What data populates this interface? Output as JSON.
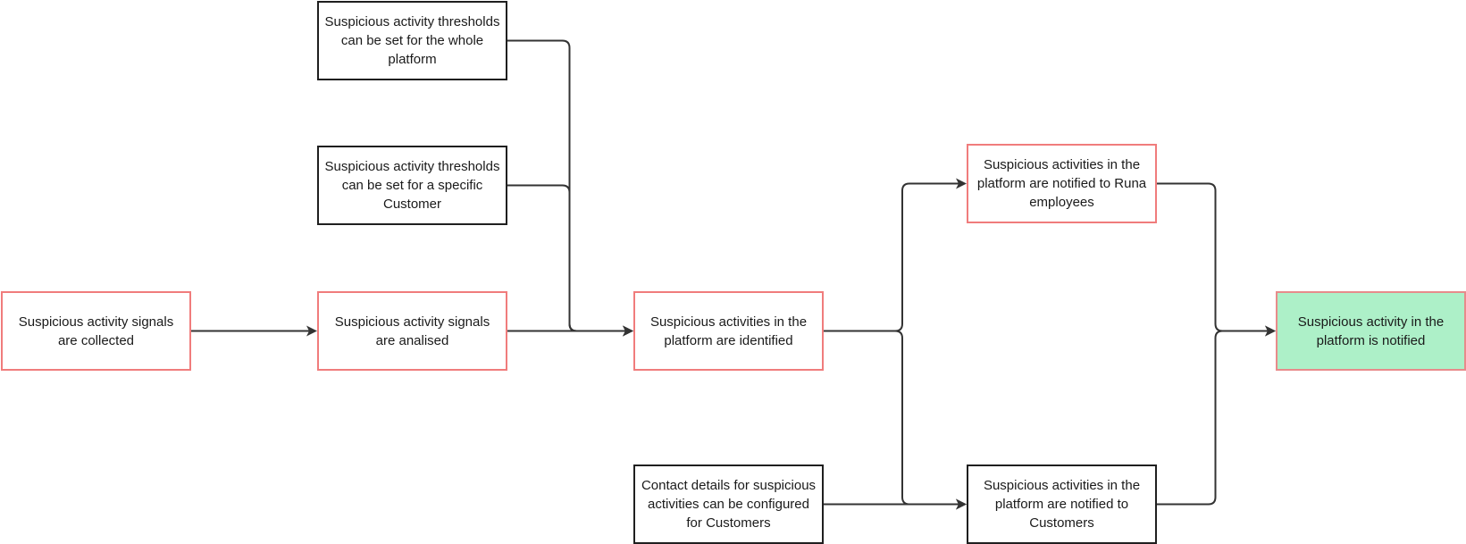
{
  "colors": {
    "edge": "#333333",
    "black_border": "#1f1f1f",
    "red_border": "#f07c7c",
    "green_fill": "#adf0c8"
  },
  "nodes": [
    {
      "id": "thresholds-platform",
      "label": "Suspicious activity thresholds can be set for the whole platform",
      "style": "black"
    },
    {
      "id": "thresholds-customer",
      "label": "Suspicious activity thresholds can be set for a specific Customer",
      "style": "black"
    },
    {
      "id": "signals-collected",
      "label": "Suspicious activity signals are collected",
      "style": "red"
    },
    {
      "id": "signals-analised",
      "label": "Suspicious activity signals are analised",
      "style": "red"
    },
    {
      "id": "activities-identified",
      "label": "Suspicious activities in the platform are identified",
      "style": "red"
    },
    {
      "id": "notified-employees",
      "label": "Suspicious activities in the platform are notified to Runa employees",
      "style": "red"
    },
    {
      "id": "contact-details",
      "label": "Contact details for suspicious activities can be configured for Customers",
      "style": "black"
    },
    {
      "id": "notified-customers",
      "label": "Suspicious activities in the platform are notified to Customers",
      "style": "black"
    },
    {
      "id": "activity-notified",
      "label": "Suspicious activity in the platform is notified",
      "style": "green"
    }
  ],
  "edges": [
    {
      "from": "signals-collected",
      "to": "signals-analised"
    },
    {
      "from": "signals-analised",
      "to": "activities-identified"
    },
    {
      "from": "thresholds-platform",
      "to": "activities-identified"
    },
    {
      "from": "thresholds-customer",
      "to": "activities-identified"
    },
    {
      "from": "activities-identified",
      "to": "notified-employees"
    },
    {
      "from": "activities-identified",
      "to": "notified-customers"
    },
    {
      "from": "contact-details",
      "to": "notified-customers"
    },
    {
      "from": "notified-employees",
      "to": "activity-notified"
    },
    {
      "from": "notified-customers",
      "to": "activity-notified"
    }
  ]
}
